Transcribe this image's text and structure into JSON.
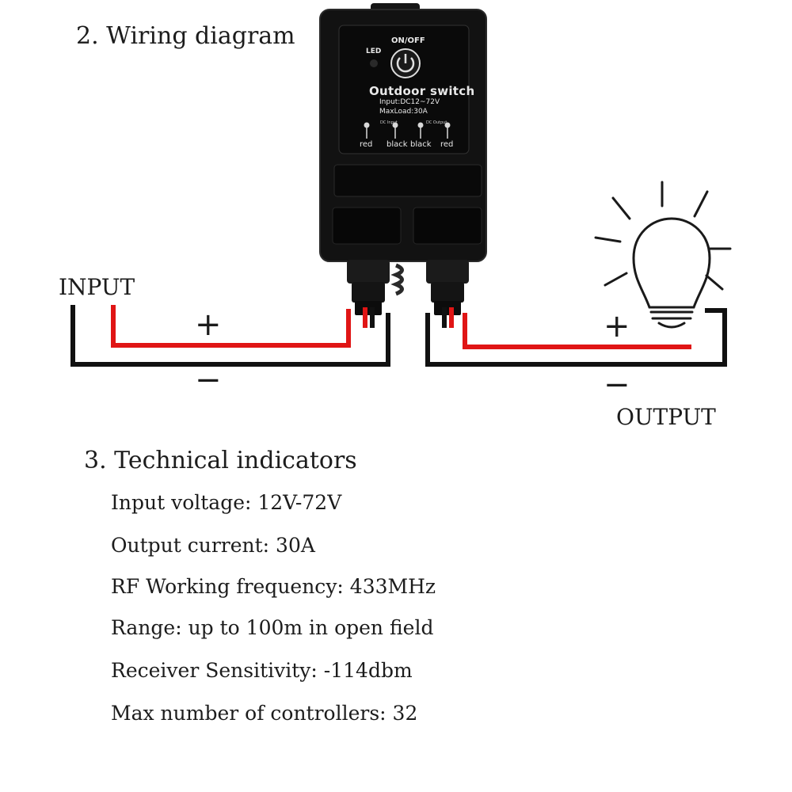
{
  "wiring": {
    "title": "2. Wiring diagram",
    "input_label": "INPUT",
    "output_label": "OUTPUT",
    "input_plus": "+",
    "input_minus": "−",
    "output_plus": "+",
    "output_minus": "−",
    "device": {
      "led_label": "LED",
      "onoff_label": "ON/OFF",
      "title": "Outdoor switch",
      "input_spec": "Input:DC12~72V",
      "max_load": "MaxLoad:30A",
      "dc_input": "DC Input",
      "dc_output": "DC Output",
      "terminal_red_1": "red",
      "terminal_black_1": "black",
      "terminal_black_2": "black",
      "terminal_red_2": "red"
    },
    "colors": {
      "wire_positive": "#e01515",
      "wire_negative": "#111111",
      "device_body": "#121212",
      "device_panel": "#0a0a0a"
    },
    "icons": [
      "power-button-icon",
      "light-bulb-icon"
    ]
  },
  "tech": {
    "title": "3. Technical indicators",
    "specs": [
      "Input voltage: 12V-72V",
      "Output current: 30A",
      "RF Working frequency: 433MHz",
      "Range: up to 100m in open field",
      "Receiver Sensitivity: -114dbm",
      "Max number of controllers: 32"
    ]
  }
}
